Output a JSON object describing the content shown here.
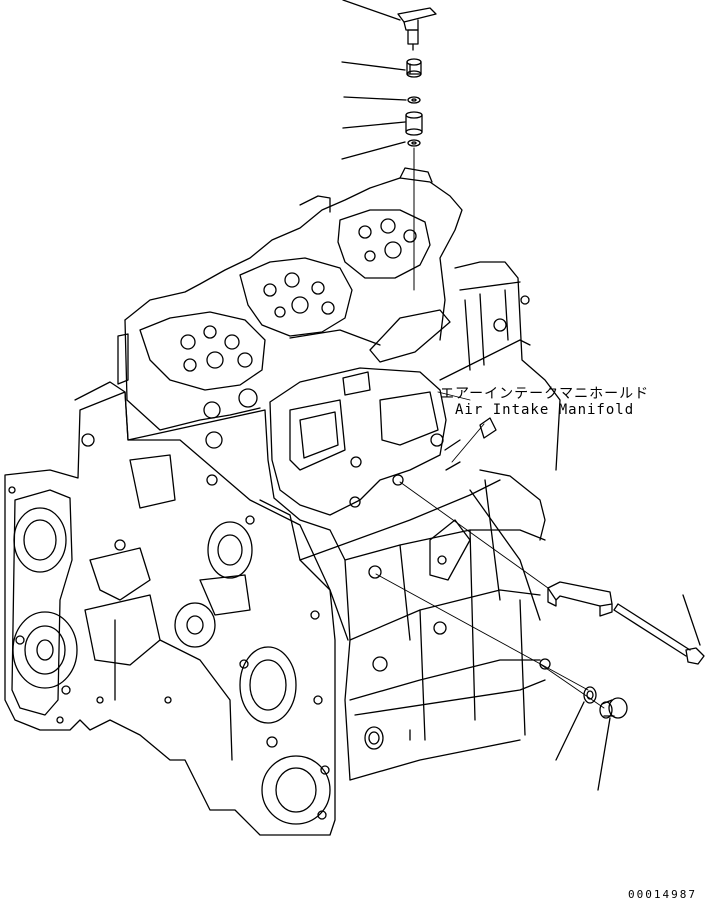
{
  "callout": {
    "japanese": "エアーインテークマニホールド",
    "english": "Air Intake Manifold"
  },
  "drawing_number": "00014987",
  "colors": {
    "line": "#000000",
    "background": "#ffffff"
  }
}
